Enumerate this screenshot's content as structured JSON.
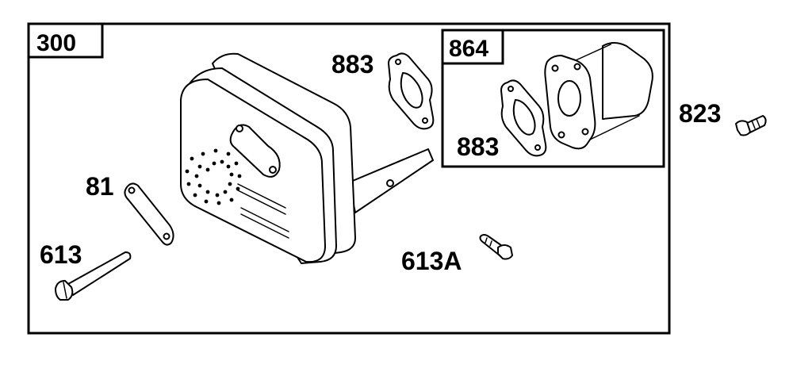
{
  "assembly": {
    "number": "300"
  },
  "kit": {
    "number": "864"
  },
  "labels": {
    "gasket_main": "883",
    "gasket_kit": "883",
    "screw": "823",
    "bracket": "81",
    "bolt_long": "613",
    "bolt_short": "613A"
  }
}
